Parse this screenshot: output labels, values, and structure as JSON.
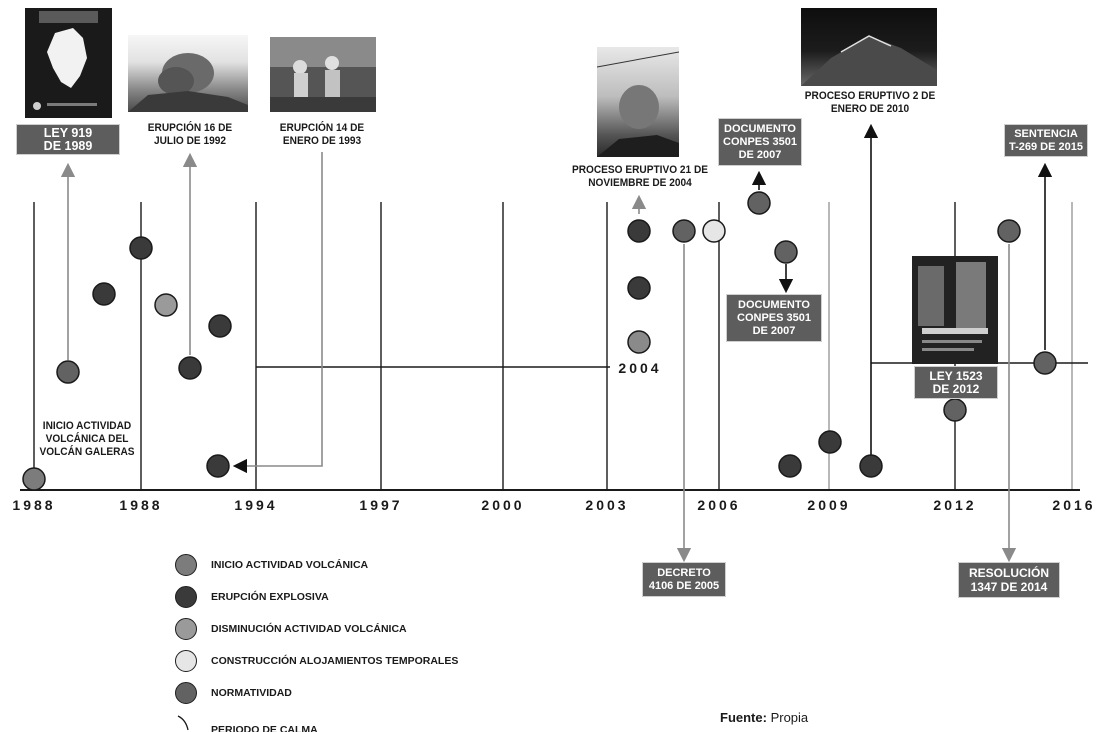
{
  "years": [
    {
      "label": "1988"
    },
    {
      "label": "1988"
    },
    {
      "label": "1994"
    },
    {
      "label": "1997"
    },
    {
      "label": "2000"
    },
    {
      "label": "2003"
    },
    {
      "label": "2006"
    },
    {
      "label": "2009"
    },
    {
      "label": "2012"
    },
    {
      "label": "2016"
    }
  ],
  "mid_year": "2004",
  "colors": {
    "inicio": "#7c7c7c",
    "erupcion": "#3a3a3a",
    "disminucion": "#9a9a9a",
    "construccion": "#e6e6e6",
    "normatividad": "#626262",
    "arrow_gray": "#8a8a8a",
    "arrow_black": "#111111"
  },
  "labels": {
    "inicio_actividad": [
      "INICIO ACTIVIDAD",
      "VOLCÁNICA DEL",
      "VOLCÁN GALERAS"
    ],
    "erupcion_1992": [
      "ERUPCIÓN 16 DE",
      "JULIO DE 1992"
    ],
    "erupcion_1993": [
      "ERUPCIÓN 14 DE",
      "ENERO DE 1993"
    ],
    "proceso_2004": [
      "PROCESO ERUPTIVO 21 DE",
      "NOVIEMBRE DE 2004"
    ],
    "proceso_2010": [
      "PROCESO ERUPTIVO 2 DE",
      "ENERO DE 2010"
    ]
  },
  "boxes": {
    "ley_919": [
      "LEY 919",
      "DE 1989"
    ],
    "conpes_top": [
      "DOCUMENTO",
      "CONPES 3501",
      "DE 2007"
    ],
    "conpes_mid": [
      "DOCUMENTO",
      "CONPES 3501",
      "DE 2007"
    ],
    "sentencia": [
      "SENTENCIA",
      "T-269 DE 2015"
    ],
    "ley_1523": [
      "LEY 1523",
      "DE 2012"
    ],
    "decreto": [
      "DECRETO",
      "4106 DE 2005"
    ],
    "resolucion": [
      "RESOLUCIÓN",
      "1347 DE 2014"
    ]
  },
  "legend": [
    {
      "label": "INICIO ACTIVIDAD VOLCÁNICA",
      "color": "#7c7c7c"
    },
    {
      "label": "ERUPCIÓN EXPLOSIVA",
      "color": "#3a3a3a"
    },
    {
      "label": "DISMINUCIÓN ACTIVIDAD VOLCÁNICA",
      "color": "#9a9a9a"
    },
    {
      "label": "CONSTRUCCIÓN ALOJAMIENTOS TEMPORALES",
      "color": "#e6e6e6"
    },
    {
      "label": "NORMATIVIDAD",
      "color": "#626262"
    }
  ],
  "legend_calma": "PERIODO DE CALMA",
  "fuente": {
    "label": "Fuente:",
    "value": "Propia"
  }
}
